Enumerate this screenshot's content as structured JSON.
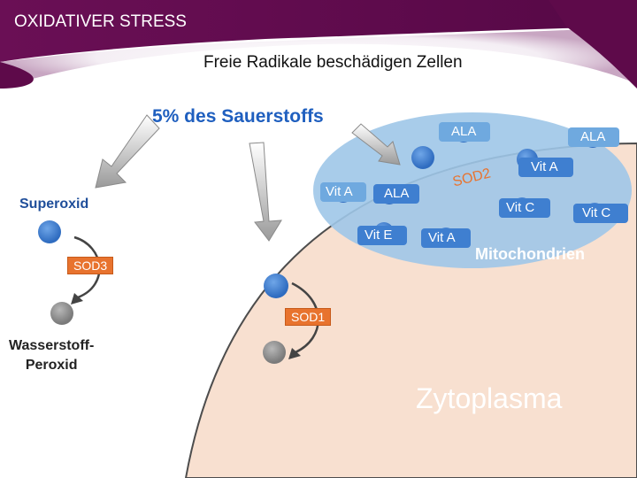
{
  "header": {
    "title": "OXIDATIVER STRESS",
    "subtitle": "Freie Radikale beschädigen Zellen"
  },
  "oxygen_label": "5% des Sauerstoffs",
  "labels": {
    "superoxid": "Superoxid",
    "sod3": "SOD3",
    "sod1": "SOD1",
    "sod2": "SOD2",
    "peroxid_line1": "Wasserstoff-",
    "peroxid_line2": "Peroxid",
    "mitochondrien": "Mitochondrien",
    "zytoplasma": "Zytoplasma"
  },
  "antioxidants": {
    "ala_top_1": "ALA",
    "ala_top_2": "ALA",
    "vit_a_right": "Vit A",
    "vit_a_left": "Vit A",
    "ala_mid": "ALA",
    "vit_c_1": "Vit C",
    "vit_c_2": "Vit C",
    "vit_e": "Vit E",
    "vit_a_bottom": "Vit A"
  },
  "colors": {
    "header_purple": "#5e0a4a",
    "cytoplasm": "#f8e0d0",
    "mitochondrion": "#9fc7e8",
    "radical_blue": "#3f7fd0",
    "peroxide_gray": "#909090",
    "sod_orange": "#e8732e"
  }
}
